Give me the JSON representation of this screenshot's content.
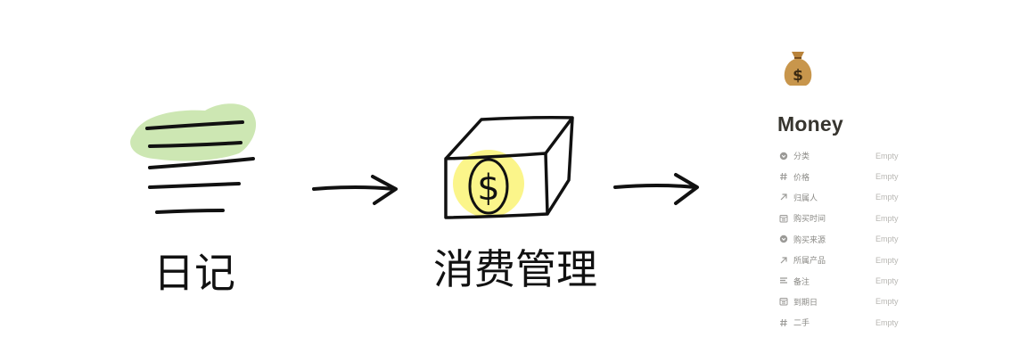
{
  "left_caption": "日记",
  "middle_caption": "消费管理",
  "money_symbol": "$",
  "page": {
    "icon": "money-bag-icon",
    "title": "Money"
  },
  "properties": [
    {
      "label": "分类",
      "value": "Empty",
      "icon": "select-icon"
    },
    {
      "label": "价格",
      "value": "Empty",
      "icon": "number-icon"
    },
    {
      "label": "归属人",
      "value": "Empty",
      "icon": "relation-icon"
    },
    {
      "label": "购买时间",
      "value": "Empty",
      "icon": "date-icon"
    },
    {
      "label": "购买来源",
      "value": "Empty",
      "icon": "select-icon"
    },
    {
      "label": "所属产品",
      "value": "Empty",
      "icon": "relation-icon"
    },
    {
      "label": "备注",
      "value": "Empty",
      "icon": "text-icon"
    },
    {
      "label": "到期日",
      "value": "Empty",
      "icon": "date-icon"
    },
    {
      "label": "二手",
      "value": "Empty",
      "icon": "number-icon"
    }
  ]
}
